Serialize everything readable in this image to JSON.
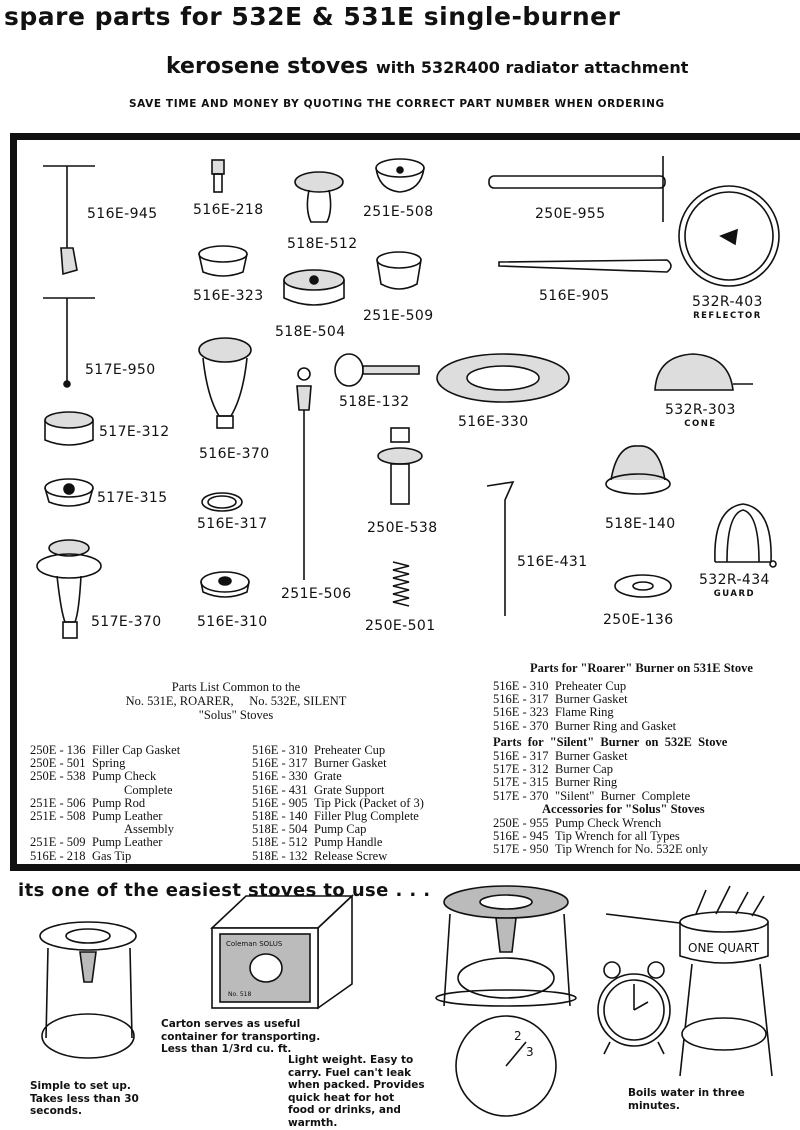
{
  "header": {
    "title_line1": "spare parts for 532E & 531E single-burner",
    "title_line2_bold": "kerosene stoves",
    "title_line2_rest": "with 532R400 radiator attachment",
    "subtitle": "SAVE TIME AND MONEY BY QUOTING THE CORRECT PART NUMBER WHEN ORDERING"
  },
  "parts": {
    "p516e945": "516E-945",
    "p516e218": "516E-218",
    "p518e512": "518E-512",
    "p251e508": "251E-508",
    "p250e955": "250E-955",
    "p516e323": "516E-323",
    "p518e504": "518E-504",
    "p251e509": "251E-509",
    "p516e905": "516E-905",
    "p532r403": "532R-403",
    "p532r403_cap": "REFLECTOR",
    "p517e950": "517E-950",
    "p518e132": "518E-132",
    "p516e330": "516E-330",
    "p532r303": "532R-303",
    "p532r303_cap": "CONE",
    "p517e312": "517E-312",
    "p516e370": "516E-370",
    "p517e315": "517E-315",
    "p516e317": "516E-317",
    "p250e538": "250E-538",
    "p518e140": "518E-140",
    "p516e431": "516E-431",
    "p532r434": "532R-434",
    "p532r434_cap": "GUARD",
    "p251e506": "251E-506",
    "p517e370": "517E-370",
    "p516e310": "516E-310",
    "p250e501": "250E-501",
    "p250e136": "250E-136"
  },
  "common": {
    "heading1": "Parts List Common to the",
    "heading2": "No. 531E, ROARER,     No. 532E, SILENT",
    "heading3": "\"Solus\" Stoves",
    "col1": [
      {
        "num": "250E - 136",
        "desc": "Filler Cap Gasket"
      },
      {
        "num": "250E - 501",
        "desc": "Spring"
      },
      {
        "num": "250E - 538",
        "desc": "Pump Check"
      },
      {
        "num": "",
        "desc": "Complete"
      },
      {
        "num": "251E - 506",
        "desc": "Pump Rod"
      },
      {
        "num": "251E - 508",
        "desc": "Pump Leather"
      },
      {
        "num": "",
        "desc": "Assembly"
      },
      {
        "num": "251E - 509",
        "desc": "Pump Leather"
      },
      {
        "num": "516E - 218",
        "desc": "Gas Tip"
      }
    ],
    "col2": [
      {
        "num": "516E - 310",
        "desc": "Preheater Cup"
      },
      {
        "num": "516E - 317",
        "desc": "Burner Gasket"
      },
      {
        "num": "516E - 330",
        "desc": "Grate"
      },
      {
        "num": "516E - 431",
        "desc": "Grate Support"
      },
      {
        "num": "516E - 905",
        "desc": "Tip Pick (Packet of 3)"
      },
      {
        "num": "518E - 140",
        "desc": "Filler Plug Complete"
      },
      {
        "num": "518E - 504",
        "desc": "Pump Cap"
      },
      {
        "num": "518E - 512",
        "desc": "Pump Handle"
      },
      {
        "num": "518E - 132",
        "desc": "Release Screw"
      }
    ]
  },
  "roarer": {
    "heading": "Parts for \"Roarer\" Burner on 531E Stove",
    "rows": [
      {
        "num": "516E - 310",
        "desc": "Preheater Cup"
      },
      {
        "num": "516E - 317",
        "desc": "Burner Gasket"
      },
      {
        "num": "516E - 323",
        "desc": "Flame Ring"
      },
      {
        "num": "516E - 370",
        "desc": "Burner Ring and Gasket"
      }
    ]
  },
  "silent": {
    "heading": "Parts  for  \"Silent\"  Burner  on  532E  Stove",
    "rows": [
      {
        "num": "516E - 317",
        "desc": "Burner Gasket"
      },
      {
        "num": "517E - 312",
        "desc": "Burner Cap"
      },
      {
        "num": "517E - 315",
        "desc": "Burner Ring"
      },
      {
        "num": "517E - 370",
        "desc": "\"Silent\"  Burner  Complete"
      }
    ]
  },
  "accessories": {
    "heading": "Accessories for \"Solus\" Stoves",
    "rows": [
      {
        "num": "250E - 955",
        "desc": "Pump Check Wrench"
      },
      {
        "num": "516E - 945",
        "desc": "Tip Wrench for all Types"
      },
      {
        "num": "517E - 950",
        "desc": "Tip Wrench for No. 532E only"
      }
    ]
  },
  "bottom": {
    "tagline": "its one of the easiest stoves to use . . .",
    "cap_setup": [
      "Simple to set up.",
      "Takes less than 30",
      "seconds."
    ],
    "cap_carton": [
      "Carton serves as useful",
      "container for transporting.",
      "Less than 1/3rd cu. ft."
    ],
    "cap_light": [
      "Light weight.  Easy to",
      "carry.  Fuel can't leak",
      "when packed.  Provides",
      "quick heat for hot",
      "food or drinks, and",
      "warmth."
    ],
    "cap_boil": [
      "Boils water in three",
      "minutes."
    ],
    "carton_label": "Coleman SOLUS",
    "carton_no": "No. 518",
    "pot_label": "ONE QUART"
  }
}
